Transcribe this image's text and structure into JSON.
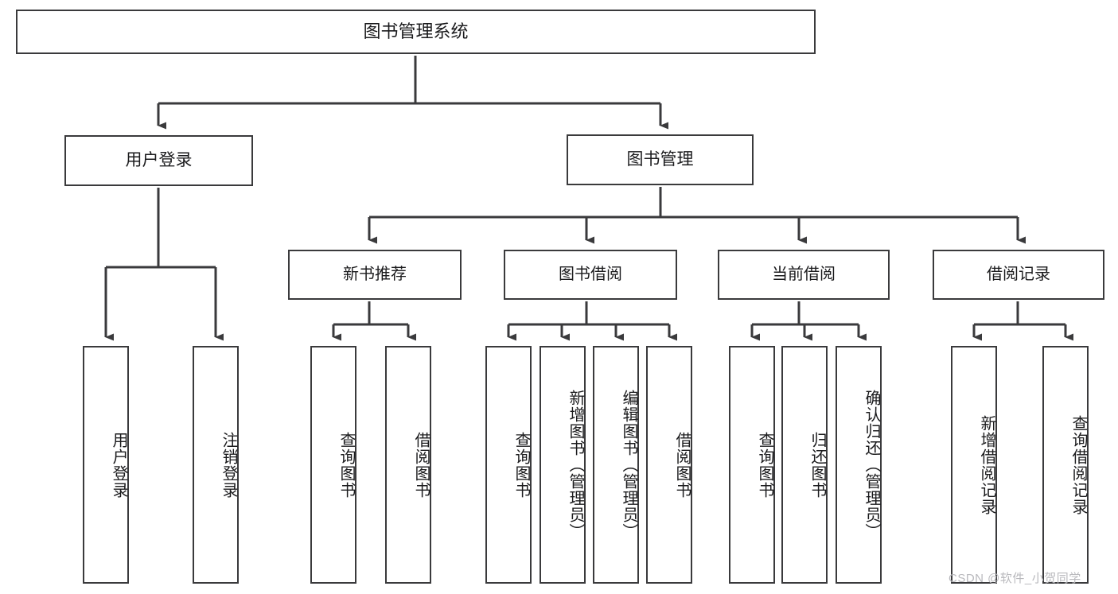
{
  "diagram": {
    "type": "tree-hierarchy-chart",
    "title": "图书管理系统",
    "line_color": "#3a3a3c",
    "box_fill": "#ffffff",
    "text_color": "#1b1b1d",
    "background": "#ffffff",
    "root": {
      "label": "图书管理系统"
    },
    "level2": [
      {
        "label": "用户登录"
      },
      {
        "label": "图书管理"
      }
    ],
    "level3": [
      {
        "label": "新书推荐"
      },
      {
        "label": "图书借阅"
      },
      {
        "label": "当前借阅"
      },
      {
        "label": "借阅记录"
      }
    ],
    "leaves": {
      "user_login": [
        {
          "label": "用户登录"
        },
        {
          "label": "注销登录"
        }
      ],
      "new_book_recommend": [
        {
          "label": "查询图书"
        },
        {
          "label": "借阅图书"
        }
      ],
      "book_borrow": [
        {
          "label": "查询图书"
        },
        {
          "label": "新增图书（管理员）"
        },
        {
          "label": "编辑图书（管理员）"
        },
        {
          "label": "借阅图书"
        }
      ],
      "current_borrow": [
        {
          "label": "查询图书"
        },
        {
          "label": "归还图书"
        },
        {
          "label": "确认归还（管理员）"
        }
      ],
      "borrow_records": [
        {
          "label": "新增借阅记录"
        },
        {
          "label": "查询借阅记录"
        }
      ]
    }
  },
  "watermark": {
    "text": "CSDN @软件_小贺同学"
  }
}
